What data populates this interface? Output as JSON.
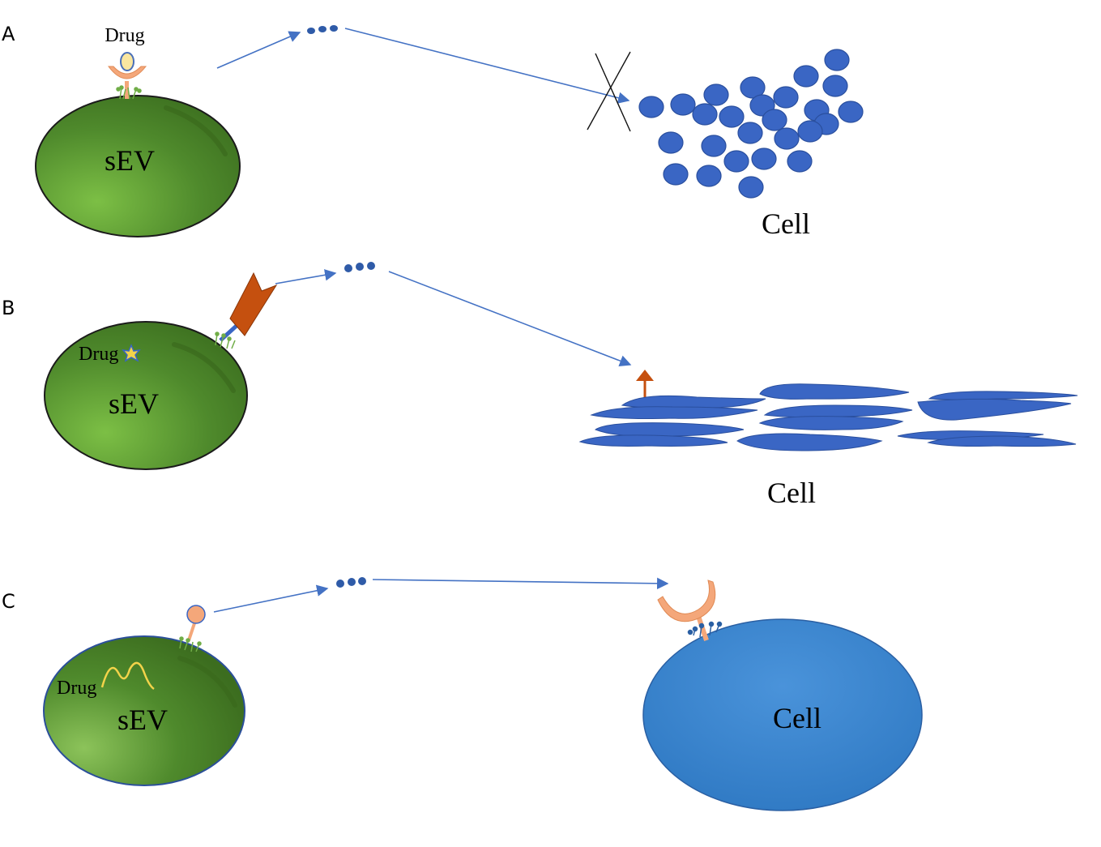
{
  "panels": [
    {
      "label": "A",
      "vesicle_label": "sEV",
      "drug_label": "Drug",
      "cell_label": "Cell"
    },
    {
      "label": "B",
      "vesicle_label": "sEV",
      "drug_label": "Drug",
      "cell_label": "Cell"
    },
    {
      "label": "C",
      "vesicle_label": "sEV",
      "drug_label": "Drug",
      "cell_label": "Cell"
    }
  ],
  "colors": {
    "vesicle_green": "#4f8a2c",
    "cell_blue": "#3a66c4",
    "large_cell_blue": "#3a85cf",
    "arrow_blue": "#4472c4",
    "ligand_orange": "#f4a77a",
    "antibody_rust": "#c5500f",
    "drug_yellow": "#f3d34a",
    "receptor_green": "#70ad47"
  },
  "icons": [
    "drug-capsule-icon",
    "antibody-icon",
    "star-drug-icon",
    "wave-drug-icon",
    "lollipop-ligand-icon",
    "y-receptor-icon",
    "cross-mark-icon",
    "up-arrow-icon"
  ]
}
